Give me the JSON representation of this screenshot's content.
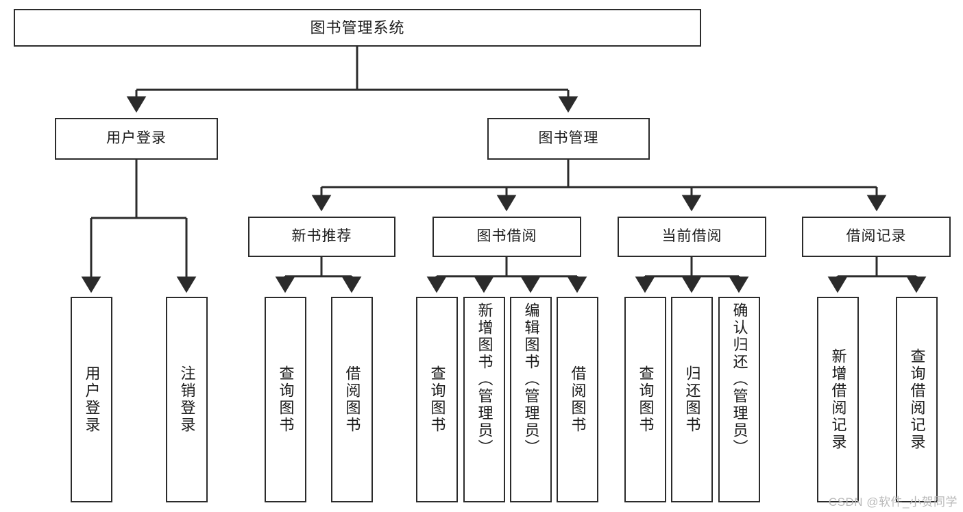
{
  "diagram": {
    "title": "图书管理系统",
    "type": "tree-hierarchy-diagram",
    "theme": {
      "border_color": "#2b2b2b",
      "fill_color": "#ffffff",
      "text_color": "#1b1b1b",
      "background": "#ffffff",
      "watermark_color": "#b9b9b9"
    },
    "root": {
      "label": "图书管理系统"
    },
    "level2": [
      {
        "label": "用户登录"
      },
      {
        "label": "图书管理"
      }
    ],
    "level3": [
      {
        "label": "新书推荐"
      },
      {
        "label": "图书借阅"
      },
      {
        "label": "当前借阅"
      },
      {
        "label": "借阅记录"
      }
    ],
    "leaves": {
      "user_login": [
        {
          "label": "用户登录"
        },
        {
          "label": "注销登录"
        }
      ],
      "new_book": [
        {
          "label": "查询图书"
        },
        {
          "label": "借阅图书"
        }
      ],
      "book_borrow": [
        {
          "label": "查询图书"
        },
        {
          "label": "新增图书（管理员）"
        },
        {
          "label": "编辑图书（管理员）"
        },
        {
          "label": "借阅图书"
        }
      ],
      "current_borrow": [
        {
          "label": "查询图书"
        },
        {
          "label": "归还图书"
        },
        {
          "label": "确认归还（管理员）"
        }
      ],
      "borrow_record": [
        {
          "label": "新增借阅记录"
        },
        {
          "label": "查询借阅记录"
        }
      ]
    },
    "watermark": "CSDN @软件_小贺同学"
  }
}
